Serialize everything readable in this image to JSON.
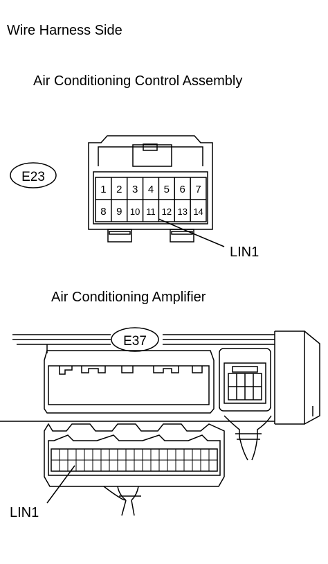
{
  "header": {
    "view_label": "Wire Harness Side"
  },
  "connector_e23": {
    "title": "Air Conditioning Control Assembly",
    "code": "E23",
    "pins_row1": [
      "1",
      "2",
      "3",
      "4",
      "5",
      "6",
      "7"
    ],
    "pins_row2": [
      "8",
      "9",
      "10",
      "11",
      "12",
      "13",
      "14"
    ],
    "callout": "LIN1"
  },
  "connector_e37": {
    "title": "Air Conditioning Amplifier",
    "code": "E37",
    "callout": "LIN1"
  }
}
